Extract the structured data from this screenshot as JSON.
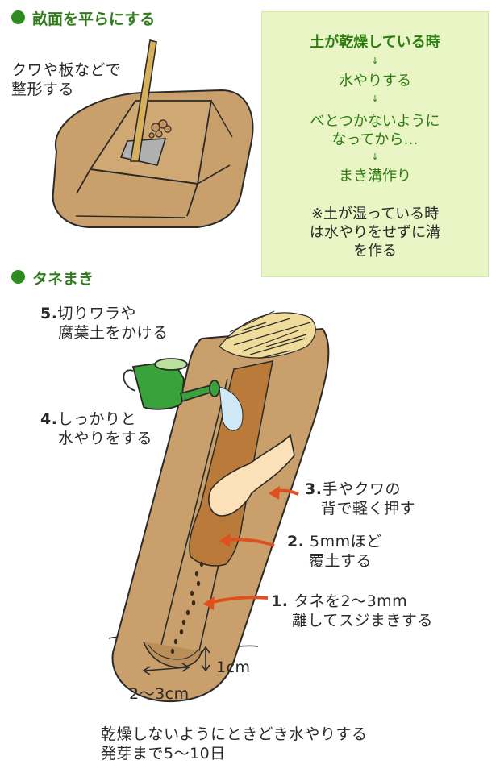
{
  "section1": {
    "heading": "畝面を平らにする",
    "note": [
      "クワや板などで",
      "整形する"
    ]
  },
  "notebox": {
    "step1": "土が乾燥している時",
    "step2": "水やりする",
    "step3": [
      "べとつかないように",
      "なってから…"
    ],
    "step4": "まき溝作り",
    "arrow": "↓",
    "footnote": [
      "※土が湿っている時",
      "は水やりをせずに溝",
      "を作る"
    ]
  },
  "section2": {
    "heading": "タネまき",
    "steps": [
      {
        "num": "1.",
        "lines": [
          "タネを2～3mm",
          "離してスジまきする"
        ]
      },
      {
        "num": "2.",
        "lines": [
          "5mmほど",
          "覆土する"
        ]
      },
      {
        "num": "3.",
        "lines": [
          "手やクワの",
          "背で軽く押す"
        ]
      },
      {
        "num": "4.",
        "lines": [
          "しっかりと",
          "水やりをする"
        ]
      },
      {
        "num": "5.",
        "lines": [
          "切りワラや",
          "腐葉土をかける"
        ]
      }
    ],
    "dim_depth": "1cm",
    "dim_width": "2～3cm"
  },
  "footer": [
    "乾燥しないようにときどき水やりする",
    "発芽まで5～10日"
  ],
  "colors": {
    "heading_green": "#2f7d1c",
    "bullet_green": "#2d8c1e",
    "box_bg": "#e9f5c4",
    "soil": "#c9a06b",
    "soil_dark": "#a87d47",
    "covered_soil": "#b97a3a",
    "arrow_red": "#e0501e",
    "can_green": "#3aa23a",
    "straw": "#f0dc9a",
    "hand": "#fbe0b8"
  }
}
